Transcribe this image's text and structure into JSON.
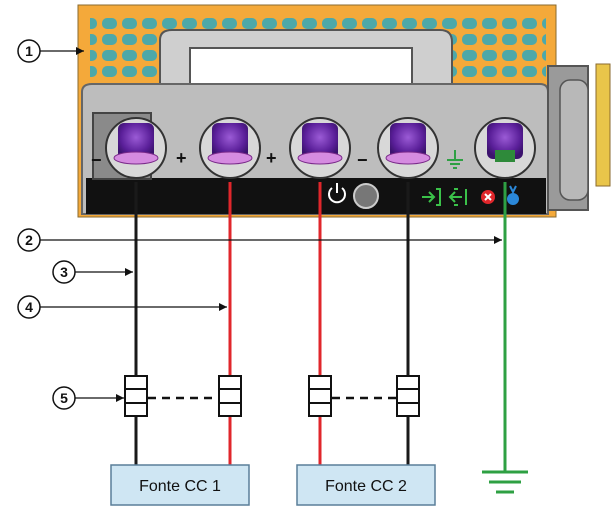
{
  "callouts": [
    "1",
    "2",
    "3",
    "4",
    "5"
  ],
  "terminals": {
    "t1_sign": "−",
    "t2_sign": "+",
    "t3_sign": "+",
    "t4_sign": "−"
  },
  "sources": {
    "src1": "Fonte CC 1",
    "src2": "Fonte CC 2"
  },
  "colors": {
    "chassis_orange": "#f4a93a",
    "neg_wire": "#1a1a1a",
    "pos_wire": "#e0262b",
    "ground_wire": "#2ea043",
    "terminal_purple": "#6a2aa8",
    "source_box": "#cfe6f3"
  },
  "icons": [
    "power-icon",
    "output-icon",
    "input-icon",
    "fault-icon",
    "attention-icon",
    "ground-icon"
  ]
}
